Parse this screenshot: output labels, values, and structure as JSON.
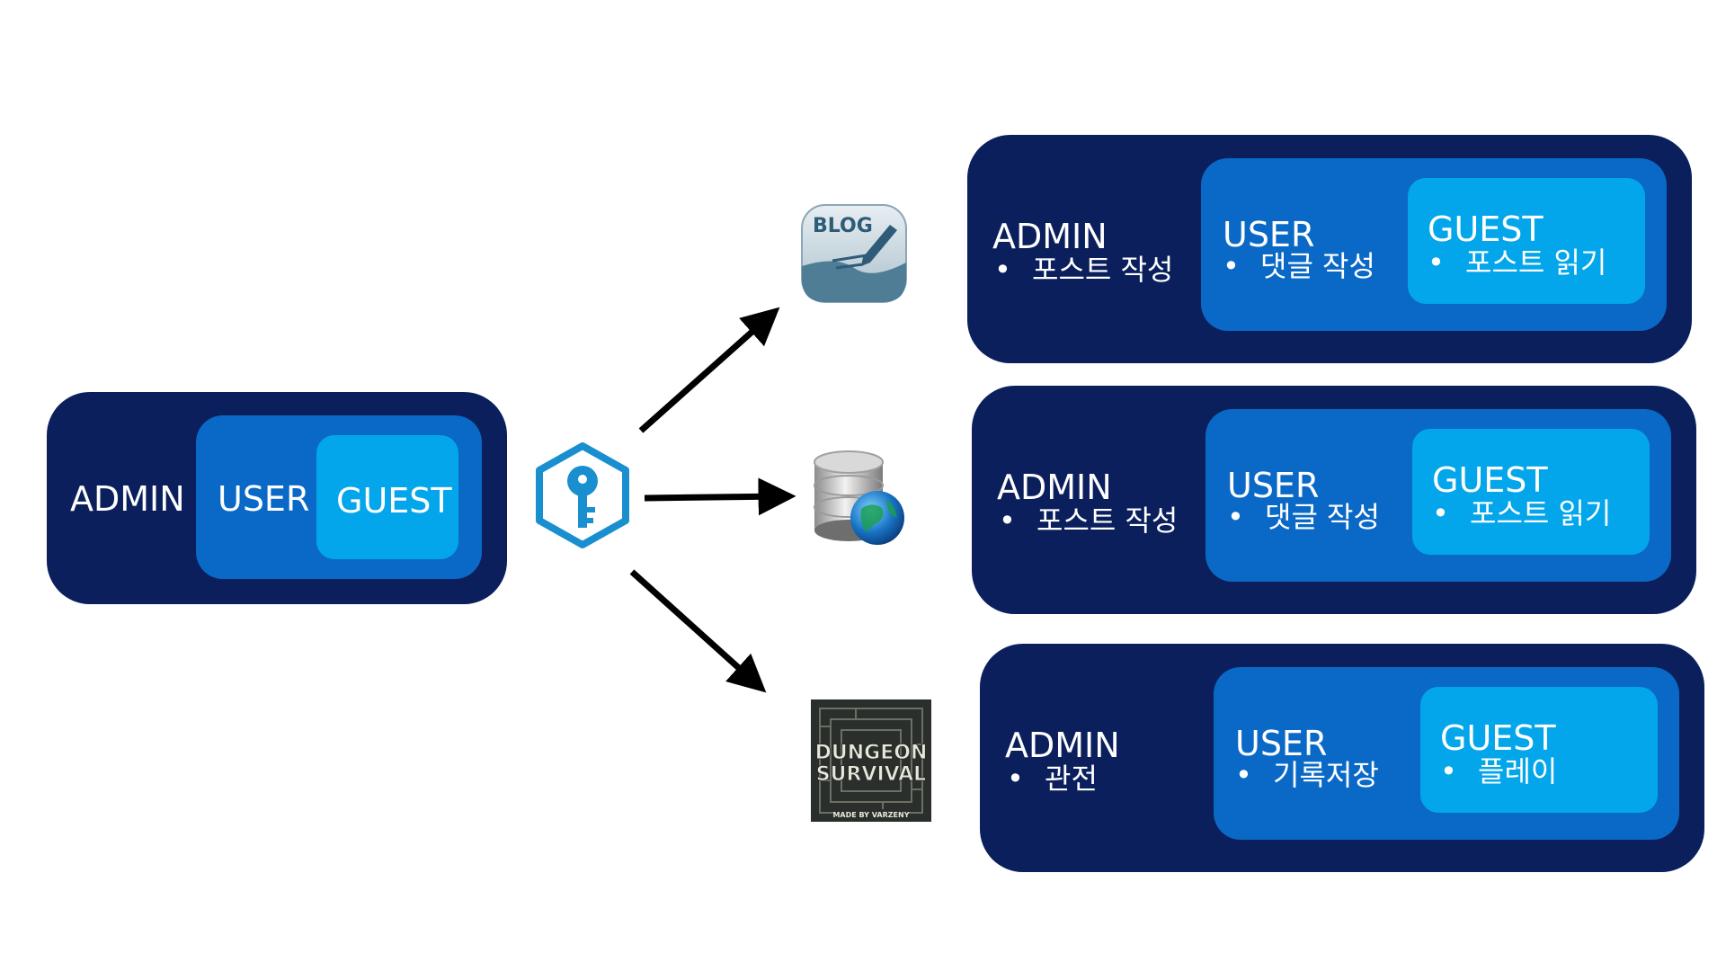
{
  "source": {
    "admin": "ADMIN",
    "user": "USER",
    "guest": "GUEST"
  },
  "targets": [
    {
      "icon": "blog-icon",
      "admin": {
        "label": "ADMIN",
        "perm": "포스트 작성"
      },
      "user": {
        "label": "USER",
        "perm": "댓글 작성"
      },
      "guest": {
        "label": "GUEST",
        "perm": "포스트 읽기"
      }
    },
    {
      "icon": "database-globe-icon",
      "admin": {
        "label": "ADMIN",
        "perm": "포스트 작성"
      },
      "user": {
        "label": "USER",
        "perm": "댓글 작성"
      },
      "guest": {
        "label": "GUEST",
        "perm": "포스트 읽기"
      }
    },
    {
      "icon": "dungeon-survival-game-icon",
      "admin": {
        "label": "ADMIN",
        "perm": "관전"
      },
      "user": {
        "label": "USER",
        "perm": "기록저장"
      },
      "guest": {
        "label": "GUEST",
        "perm": "플레이"
      }
    }
  ],
  "icon_text": {
    "blog": "BLOG",
    "game_line1": "DUNGEON",
    "game_line2": "SURVIVAL",
    "game_credit": "MADE BY VARZENY"
  },
  "colors": {
    "admin": "#0b1f5c",
    "user": "#0a69c6",
    "guest": "#03a6ea",
    "key": "#1a8fd0",
    "arrow": "#000000"
  }
}
